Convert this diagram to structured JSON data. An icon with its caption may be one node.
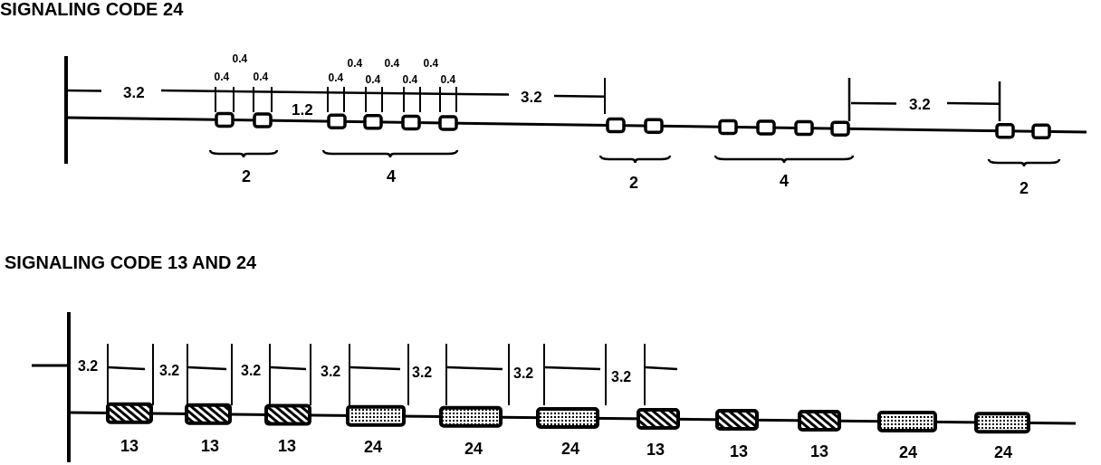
{
  "diagram": {
    "labels": [
      "SIGNALING CODE 24",
      "0.4",
      "0.4",
      "0.4",
      "0.4",
      "0.4",
      "0.4",
      "0.4",
      "0.4",
      "0.4",
      "0.4",
      "3.2",
      "3.2",
      "3.2",
      "1.2",
      "2",
      "4",
      "2",
      "4",
      "2",
      "SIGNALING CODE 13 AND 24",
      "3.2",
      "3.2",
      "3.2",
      "3.2",
      "3.2",
      "3.2",
      "3.2",
      "13",
      "13",
      "13",
      "24",
      "24",
      "24",
      "13",
      "13",
      "13",
      "24",
      "24"
    ]
  }
}
